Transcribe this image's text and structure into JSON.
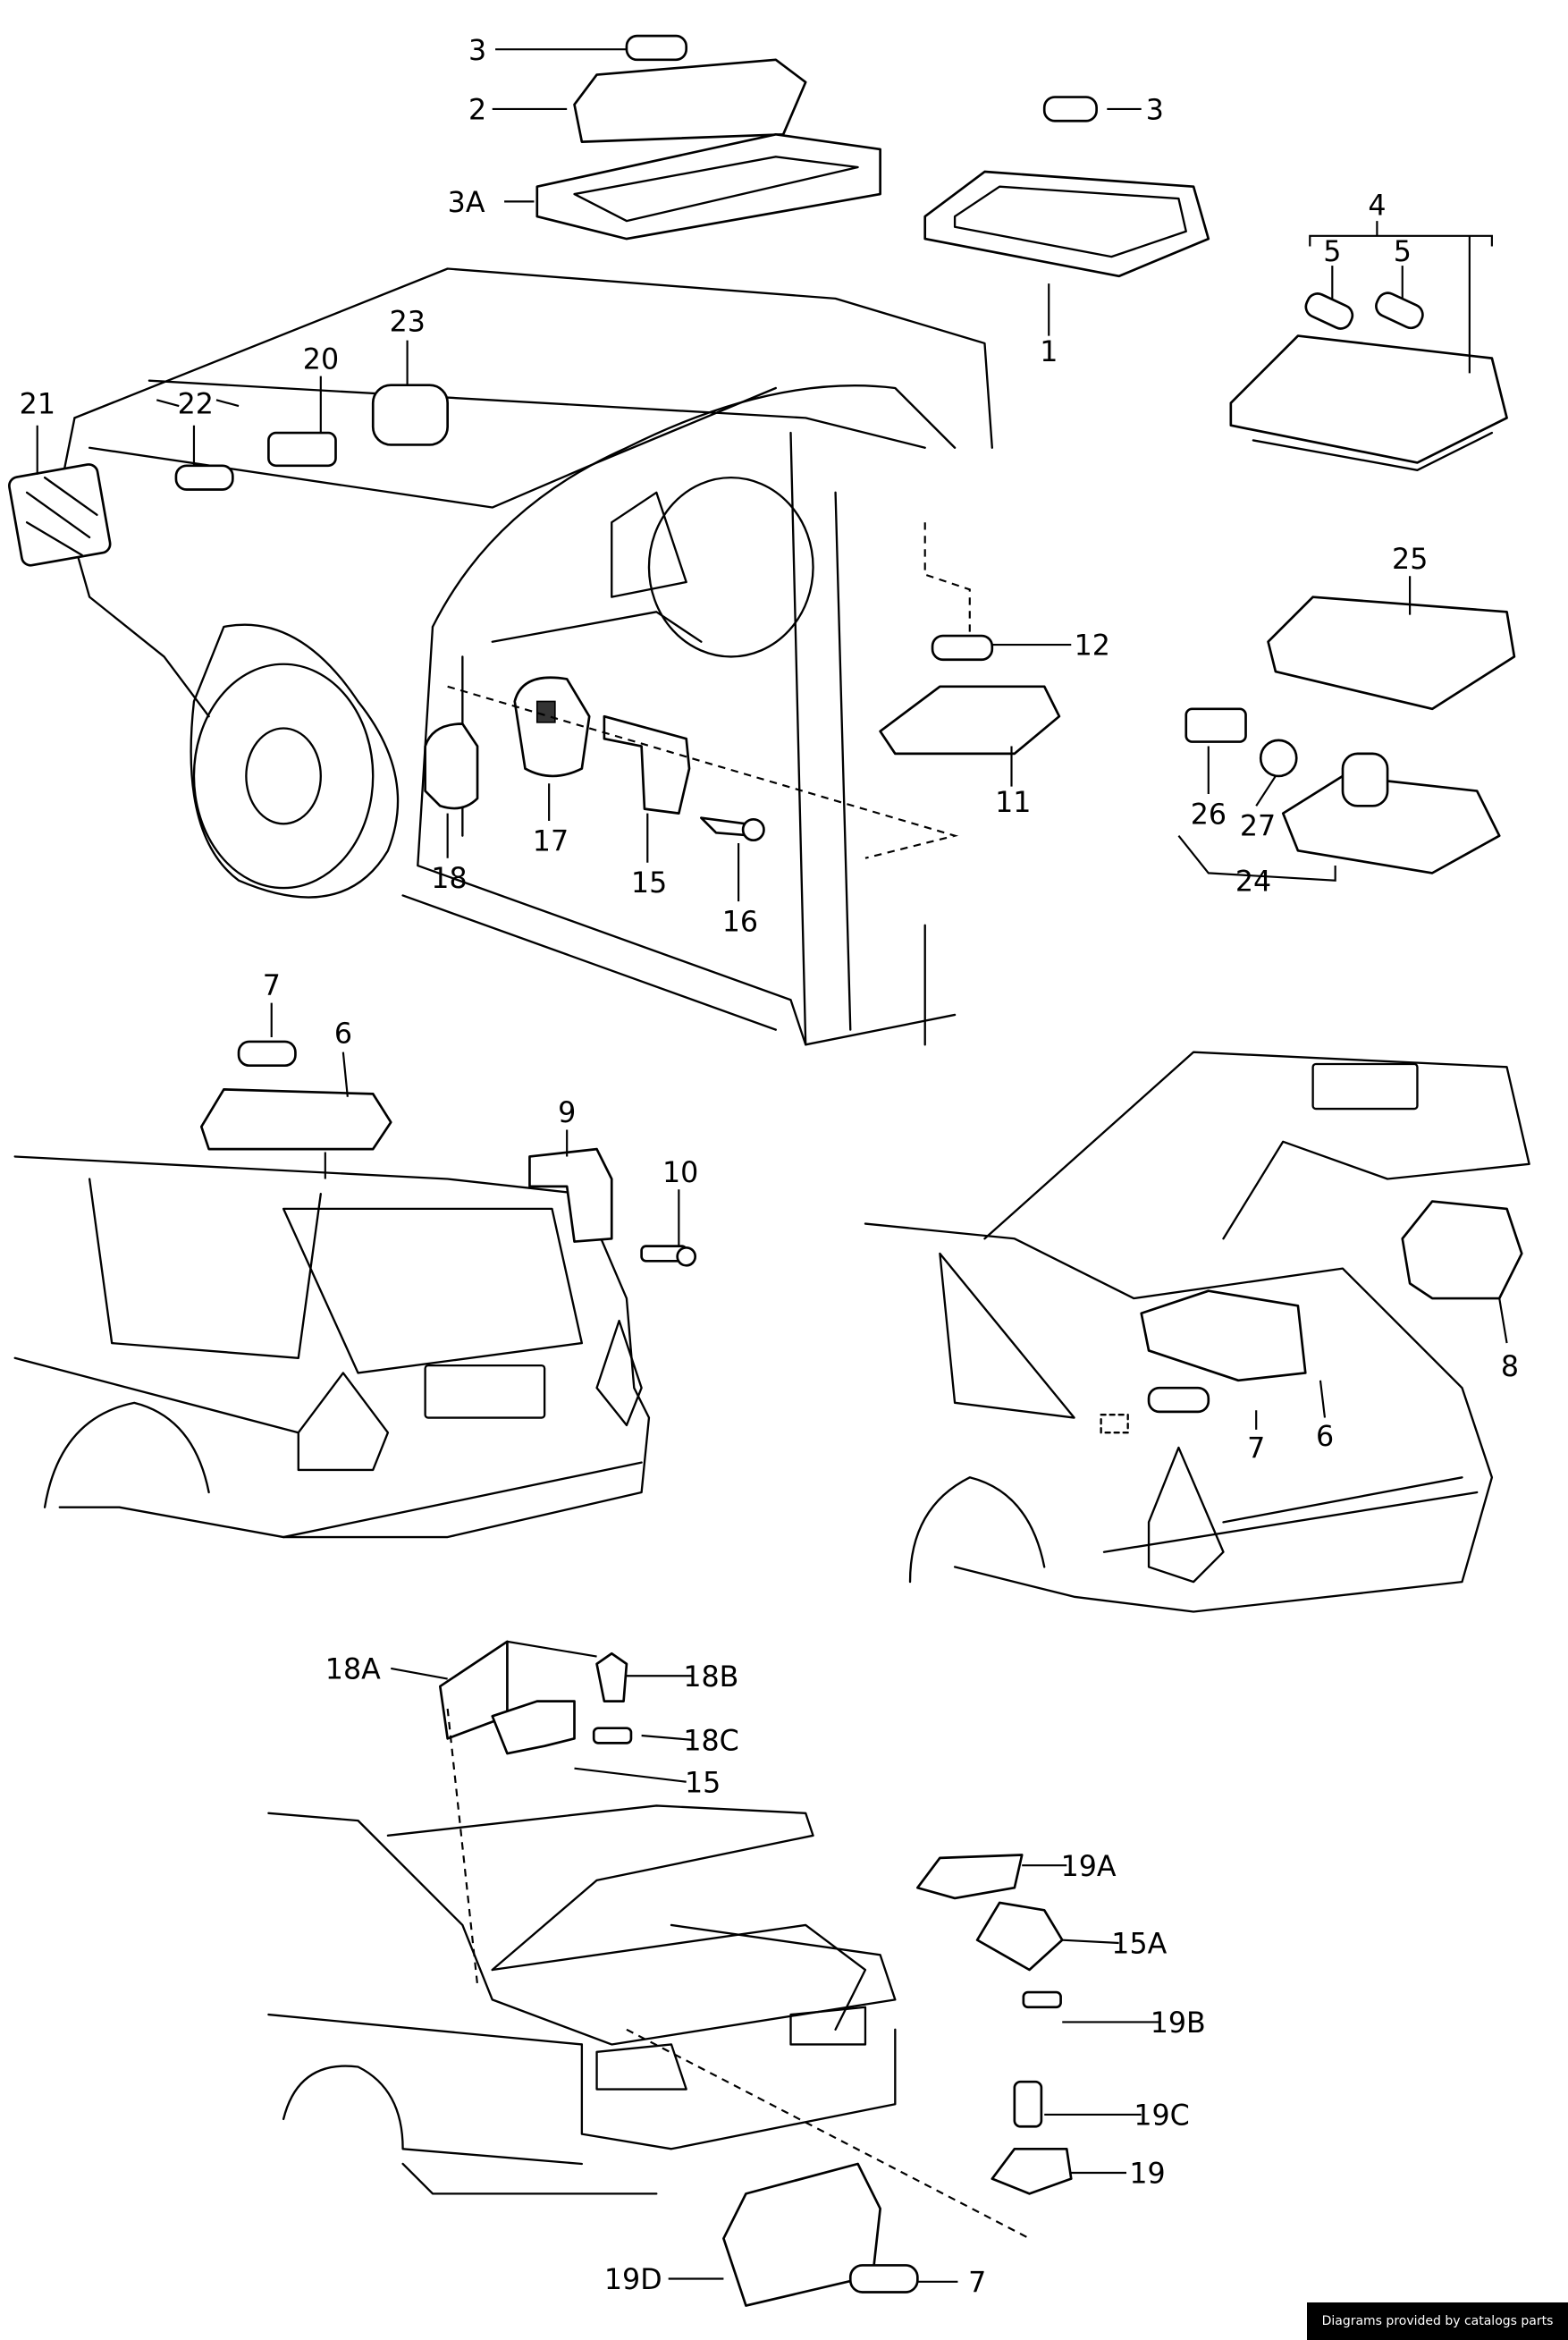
{
  "diagram": {
    "callouts": [
      "3",
      "2",
      "3A",
      "3",
      "1",
      "4",
      "5",
      "5",
      "23",
      "20",
      "21",
      "22",
      "25",
      "12",
      "11",
      "26",
      "27",
      "24",
      "18",
      "17",
      "15",
      "16",
      "7",
      "6",
      "9",
      "10",
      "8",
      "6",
      "7",
      "18A",
      "18B",
      "18C",
      "15",
      "19A",
      "15A",
      "19B",
      "19C",
      "19",
      "19D",
      "7"
    ]
  },
  "footer": {
    "credit": "Diagrams provided by catalogs parts"
  }
}
